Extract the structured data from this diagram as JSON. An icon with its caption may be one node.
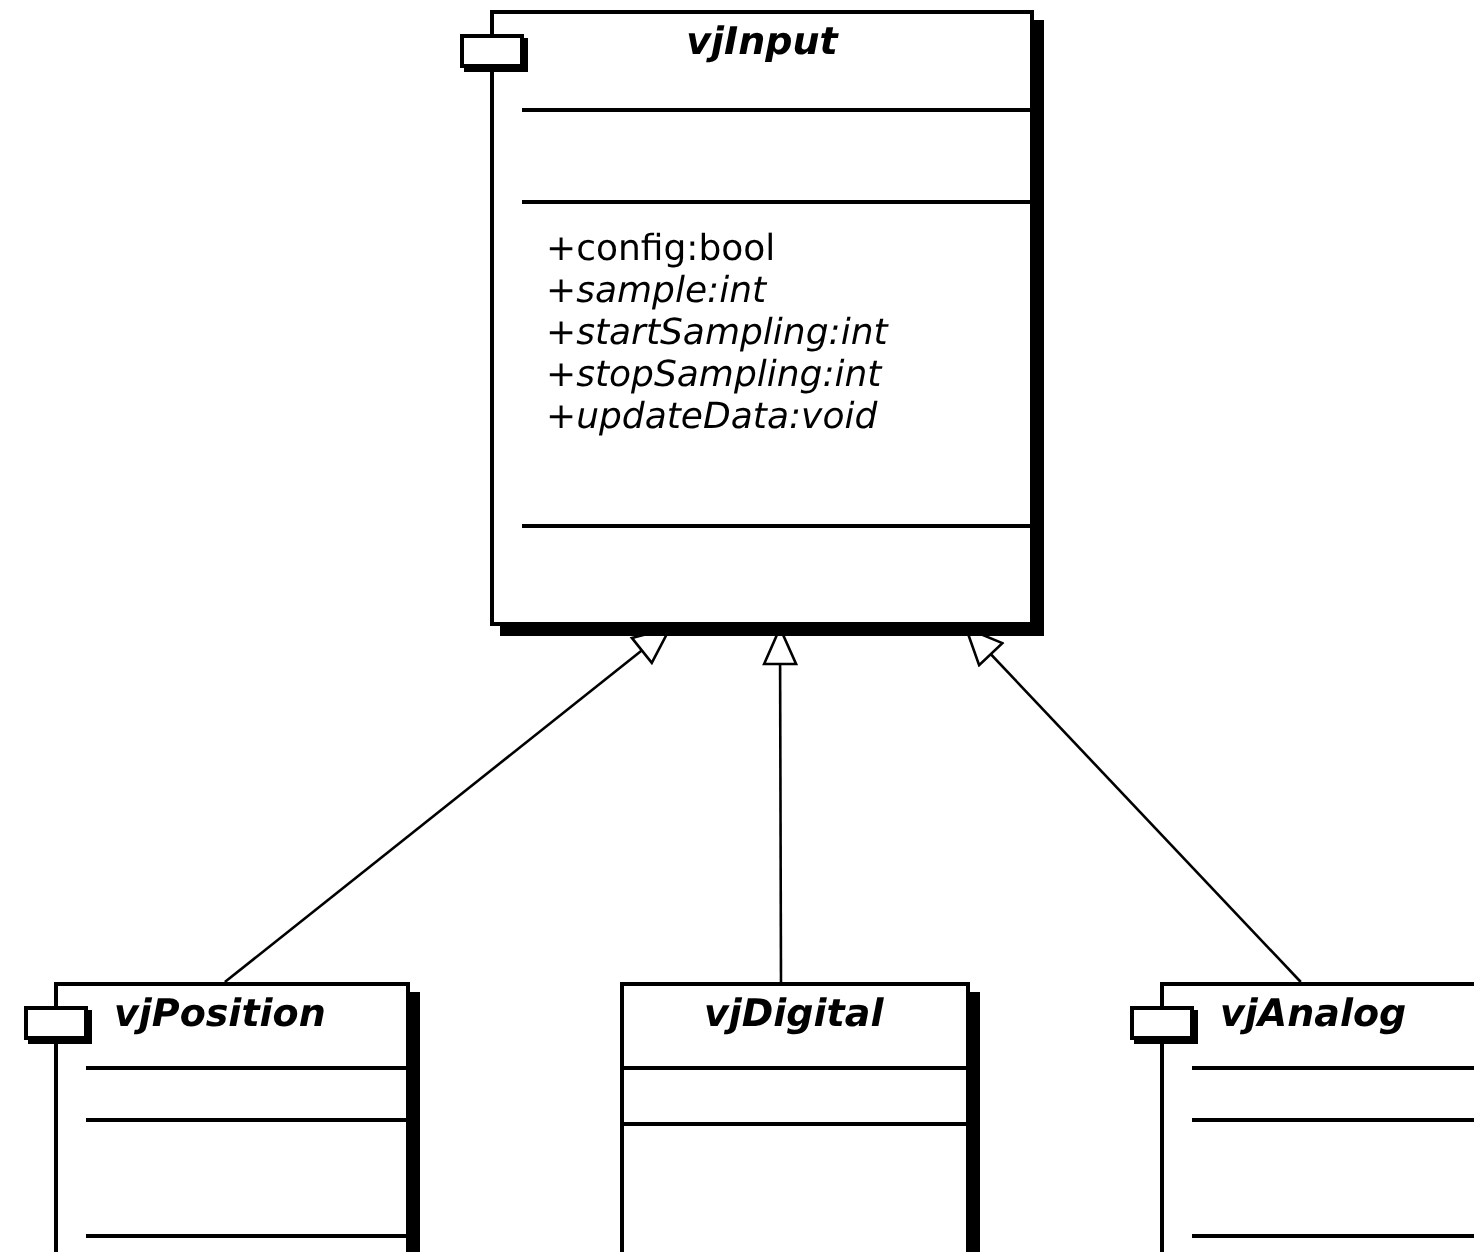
{
  "diagram": {
    "nodes": [
      {
        "text": [
          "vjInput",
          "+config:bool",
          "+sample:int",
          "+startSampling:int",
          "+stopSampling:int",
          "+updateData:void"
        ]
      },
      {
        "text": [
          "vjPosition"
        ]
      },
      {
        "text": [
          "vjDigital"
        ]
      },
      {
        "text": [
          "vjAnalog"
        ]
      }
    ],
    "edges": [
      {
        "from": 1,
        "to": 0,
        "arrow": "to"
      },
      {
        "from": 2,
        "to": 0,
        "arrow": "to"
      },
      {
        "from": 3,
        "to": 0,
        "arrow": "to"
      }
    ]
  }
}
